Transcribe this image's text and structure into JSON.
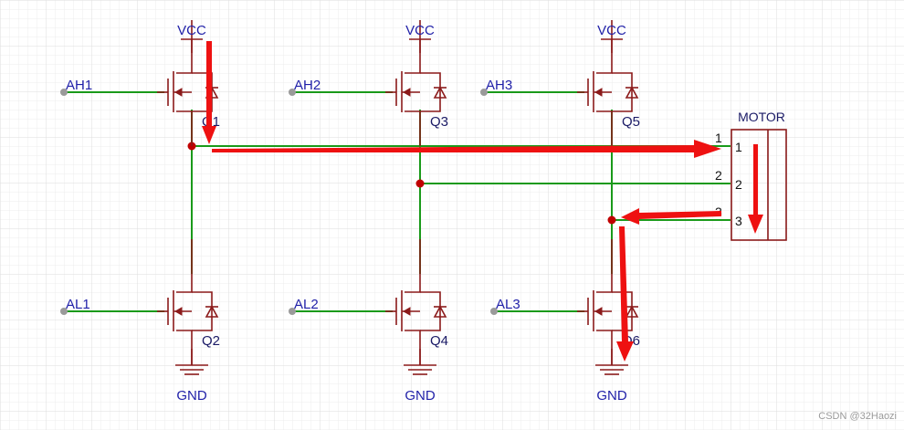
{
  "power_labels": {
    "vcc": "VCC",
    "gnd": "GND"
  },
  "inputs": {
    "high": [
      "AH1",
      "AH2",
      "AH3"
    ],
    "low": [
      "AL1",
      "AL2",
      "AL3"
    ]
  },
  "transistors": {
    "high": [
      "Q1",
      "Q3",
      "Q5"
    ],
    "low": [
      "Q2",
      "Q4",
      "Q6"
    ]
  },
  "motor": {
    "title": "MOTOR",
    "outer_pins": [
      "1",
      "2",
      "3"
    ],
    "inner_pins": [
      "1",
      "2",
      "3"
    ]
  },
  "watermark": "CSDN @32Haozi",
  "colors": {
    "wire": "#1a9a1a",
    "component": "#8b1a1a",
    "net_label": "#1f1fa8",
    "junction": "#c00000",
    "current_arrow": "#ee1111",
    "grid": "#e6e6e6"
  }
}
